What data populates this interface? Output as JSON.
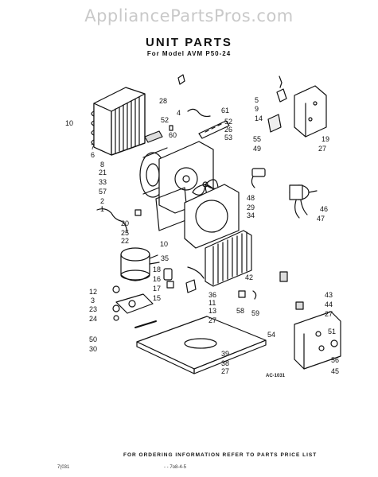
{
  "watermark": "AppliancePartsPros.com",
  "title": "UNIT PARTS",
  "subtitle": "For Model AVM P50-24",
  "drawing_code": "AC-1031",
  "footer_text": "FOR ORDERING INFORMATION REFER TO PARTS PRICE LIST",
  "bottom_left_code": "7(031",
  "bottom_right_code": "- - 7o8-4-5",
  "part_labels": [
    {
      "id": "p28",
      "text": "28"
    },
    {
      "id": "p4",
      "text": "4"
    },
    {
      "id": "p61",
      "text": "61"
    },
    {
      "id": "p52a",
      "text": "52"
    },
    {
      "id": "p60",
      "text": "60"
    },
    {
      "id": "p10a",
      "text": "10"
    },
    {
      "id": "p7",
      "text": "7"
    },
    {
      "id": "p6",
      "text": "6"
    },
    {
      "id": "p8",
      "text": "8"
    },
    {
      "id": "p21",
      "text": "21"
    },
    {
      "id": "p33",
      "text": "33"
    },
    {
      "id": "p57",
      "text": "57"
    },
    {
      "id": "p2",
      "text": "2"
    },
    {
      "id": "p1",
      "text": "1"
    },
    {
      "id": "p20",
      "text": "20"
    },
    {
      "id": "p25",
      "text": "25"
    },
    {
      "id": "p22",
      "text": "22"
    },
    {
      "id": "p52b",
      "text": "52"
    },
    {
      "id": "p26",
      "text": "26"
    },
    {
      "id": "p53",
      "text": "53"
    },
    {
      "id": "p55",
      "text": "55"
    },
    {
      "id": "p49",
      "text": "49"
    },
    {
      "id": "p5",
      "text": "5"
    },
    {
      "id": "p9",
      "text": "9"
    },
    {
      "id": "p14",
      "text": "14"
    },
    {
      "id": "p19",
      "text": "19"
    },
    {
      "id": "p27a",
      "text": "27"
    },
    {
      "id": "p48",
      "text": "48"
    },
    {
      "id": "p29",
      "text": "29"
    },
    {
      "id": "p34",
      "text": "34"
    },
    {
      "id": "p46",
      "text": "46"
    },
    {
      "id": "p47",
      "text": "47"
    },
    {
      "id": "p10b",
      "text": "10"
    },
    {
      "id": "p35",
      "text": "35"
    },
    {
      "id": "p42",
      "text": "42"
    },
    {
      "id": "p18",
      "text": "18"
    },
    {
      "id": "p16",
      "text": "16"
    },
    {
      "id": "p17",
      "text": "17"
    },
    {
      "id": "p15",
      "text": "15"
    },
    {
      "id": "p36",
      "text": "36"
    },
    {
      "id": "p11",
      "text": "11"
    },
    {
      "id": "p13",
      "text": "13"
    },
    {
      "id": "p27b",
      "text": "27"
    },
    {
      "id": "p58",
      "text": "58"
    },
    {
      "id": "p59",
      "text": "59"
    },
    {
      "id": "p12",
      "text": "12"
    },
    {
      "id": "p3",
      "text": "3"
    },
    {
      "id": "p23",
      "text": "23"
    },
    {
      "id": "p24",
      "text": "24"
    },
    {
      "id": "p43",
      "text": "43"
    },
    {
      "id": "p44",
      "text": "44"
    },
    {
      "id": "p27c",
      "text": "27"
    },
    {
      "id": "p54",
      "text": "54"
    },
    {
      "id": "p51",
      "text": "51"
    },
    {
      "id": "p50",
      "text": "50"
    },
    {
      "id": "p30",
      "text": "30"
    },
    {
      "id": "p39",
      "text": "39"
    },
    {
      "id": "p38",
      "text": "38"
    },
    {
      "id": "p27d",
      "text": "27"
    },
    {
      "id": "p56",
      "text": "56"
    },
    {
      "id": "p45",
      "text": "45"
    }
  ]
}
